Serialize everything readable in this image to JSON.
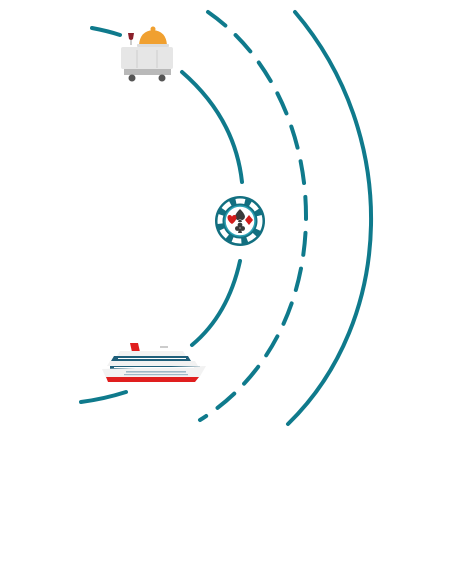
{
  "colors": {
    "arc": "#0f7a8c",
    "chip_dark": "#126f80",
    "chip_light": "#2aa0b3",
    "chip_suit_red": "#d21c1c",
    "chip_suit_dark": "#3a3a3a",
    "cart_cloche": "#f0a030",
    "cart_body": "#e6e6e6",
    "cart_base": "#b9b9b9",
    "ship_hull_red": "#e01e1e",
    "ship_stripe": "#1f5f7a",
    "ship_body": "#f2f2f2"
  },
  "icons": {
    "center": "casino-chip-icon",
    "top": "room-service-cart-icon",
    "bottom": "cruise-ship-icon"
  },
  "arcs": [
    {
      "name": "inner-arc",
      "style": "solid-broken"
    },
    {
      "name": "middle-arc",
      "style": "dashed"
    },
    {
      "name": "outer-arc",
      "style": "solid"
    }
  ]
}
